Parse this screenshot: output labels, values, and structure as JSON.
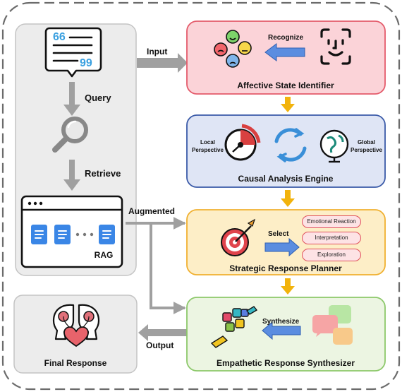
{
  "diagram": {
    "left_column": {
      "query_label": "Query",
      "retrieve_label": "Retrieve",
      "rag_label": "RAG",
      "quote_glyphs": {
        "open": "66",
        "close": "99"
      }
    },
    "edges": {
      "input_label": "Input",
      "augmented_label": "Augmented",
      "output_label": "Output"
    },
    "final_response": {
      "title": "Final Response"
    },
    "modules": {
      "affective": {
        "title": "Affective State Identifier",
        "action": "Recognize"
      },
      "causal": {
        "title": "Causal Analysis Engine",
        "local": [
          "Local",
          "Perspective"
        ],
        "global": [
          "Global",
          "Perspective"
        ]
      },
      "strategic": {
        "title": "Strategic Response Planner",
        "action": "Select",
        "options": [
          "Emotional Reaction",
          "Interpretation",
          "Exploration"
        ]
      },
      "empathetic": {
        "title": "Empathetic Response Synthesizer",
        "action": "Synthesize"
      }
    },
    "colors": {
      "affective_fill": "#fbd3d8",
      "affective_border": "#e45b6b",
      "causal_fill": "#dfe5f5",
      "causal_border": "#3a5aa8",
      "strategic_fill": "#fdeec7",
      "strategic_border": "#f0b030",
      "empathetic_fill": "#ecf5e2",
      "empathetic_border": "#8cc86a",
      "gray_panel": "#ececec",
      "arrow_gray": "#a0a0a0",
      "arrow_yellow": "#f2b30c",
      "arrow_blue": "#5b8de0"
    }
  }
}
